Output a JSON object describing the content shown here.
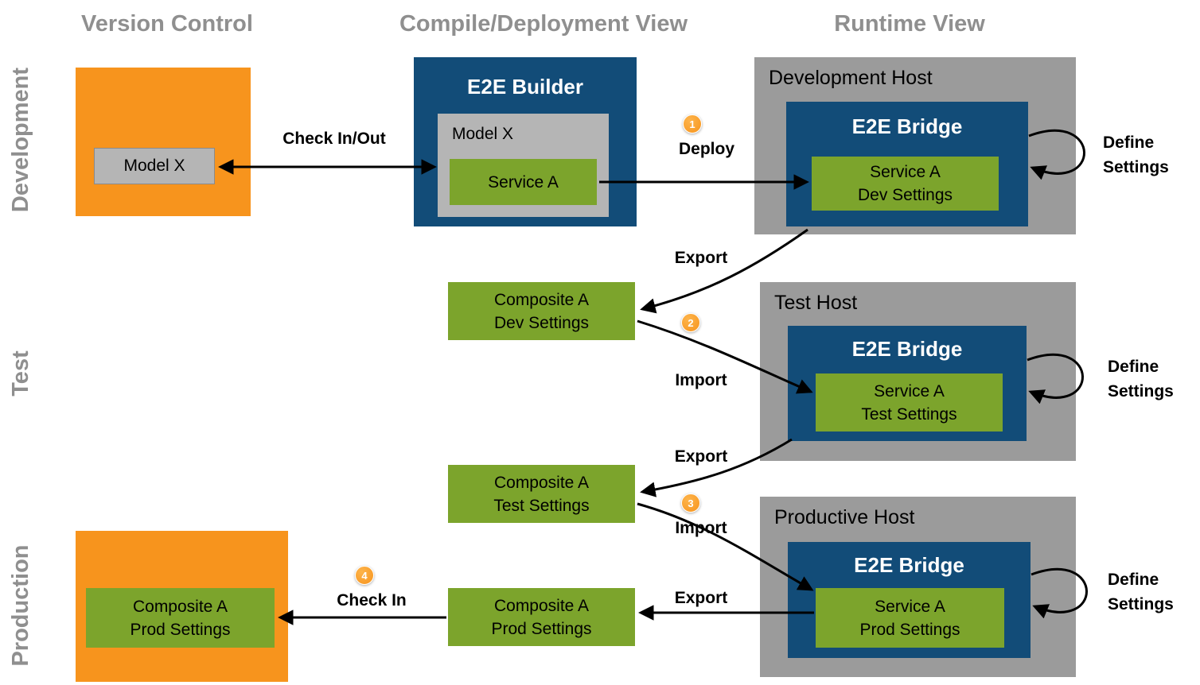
{
  "headers": {
    "version_control": "Version Control",
    "compile_deployment": "Compile/Deployment View",
    "runtime": "Runtime View"
  },
  "row_labels": {
    "development": "Development",
    "test": "Test",
    "production": "Production"
  },
  "development": {
    "vc_model_label": "Model X",
    "check_in_out_label": "Check In/Out",
    "builder_title": "E2E Builder",
    "builder_model_label": "Model X",
    "builder_service_label": "Service A",
    "step_badge": "1",
    "deploy_label": "Deploy",
    "host_title": "Development Host",
    "bridge_title": "E2E Bridge",
    "bridge_service_line1": "Service A",
    "bridge_service_line2": "Dev Settings",
    "define_settings_line1": "Define",
    "define_settings_line2": "Settings",
    "export_label": "Export"
  },
  "test": {
    "composite_in_line1": "Composite A",
    "composite_in_line2": "Dev Settings",
    "step_badge": "2",
    "import_label": "Import",
    "host_title": "Test Host",
    "bridge_title": "E2E Bridge",
    "bridge_service_line1": "Service A",
    "bridge_service_line2": "Test Settings",
    "define_settings_line1": "Define",
    "define_settings_line2": "Settings",
    "export_label": "Export",
    "composite_out_line1": "Composite A",
    "composite_out_line2": "Test Settings"
  },
  "production": {
    "step_badge_import": "3",
    "import_label": "Import",
    "host_title": "Productive Host",
    "bridge_title": "E2E Bridge",
    "bridge_service_line1": "Service A",
    "bridge_service_line2": "Prod Settings",
    "define_settings_line1": "Define",
    "define_settings_line2": "Settings",
    "export_label": "Export",
    "composite_line1": "Composite A",
    "composite_line2": "Prod Settings",
    "step_badge_checkin": "4",
    "check_in_label": "Check In",
    "vc_composite_line1": "Composite A",
    "vc_composite_line2": "Prod Settings"
  },
  "colors": {
    "orange": "#F7941D",
    "navy": "#124C78",
    "green": "#7CA42C",
    "host_gray": "#9B9B9B",
    "box_gray": "#B5B5B5",
    "heading_gray": "#8F8F8F",
    "arrow_black": "#000000"
  }
}
